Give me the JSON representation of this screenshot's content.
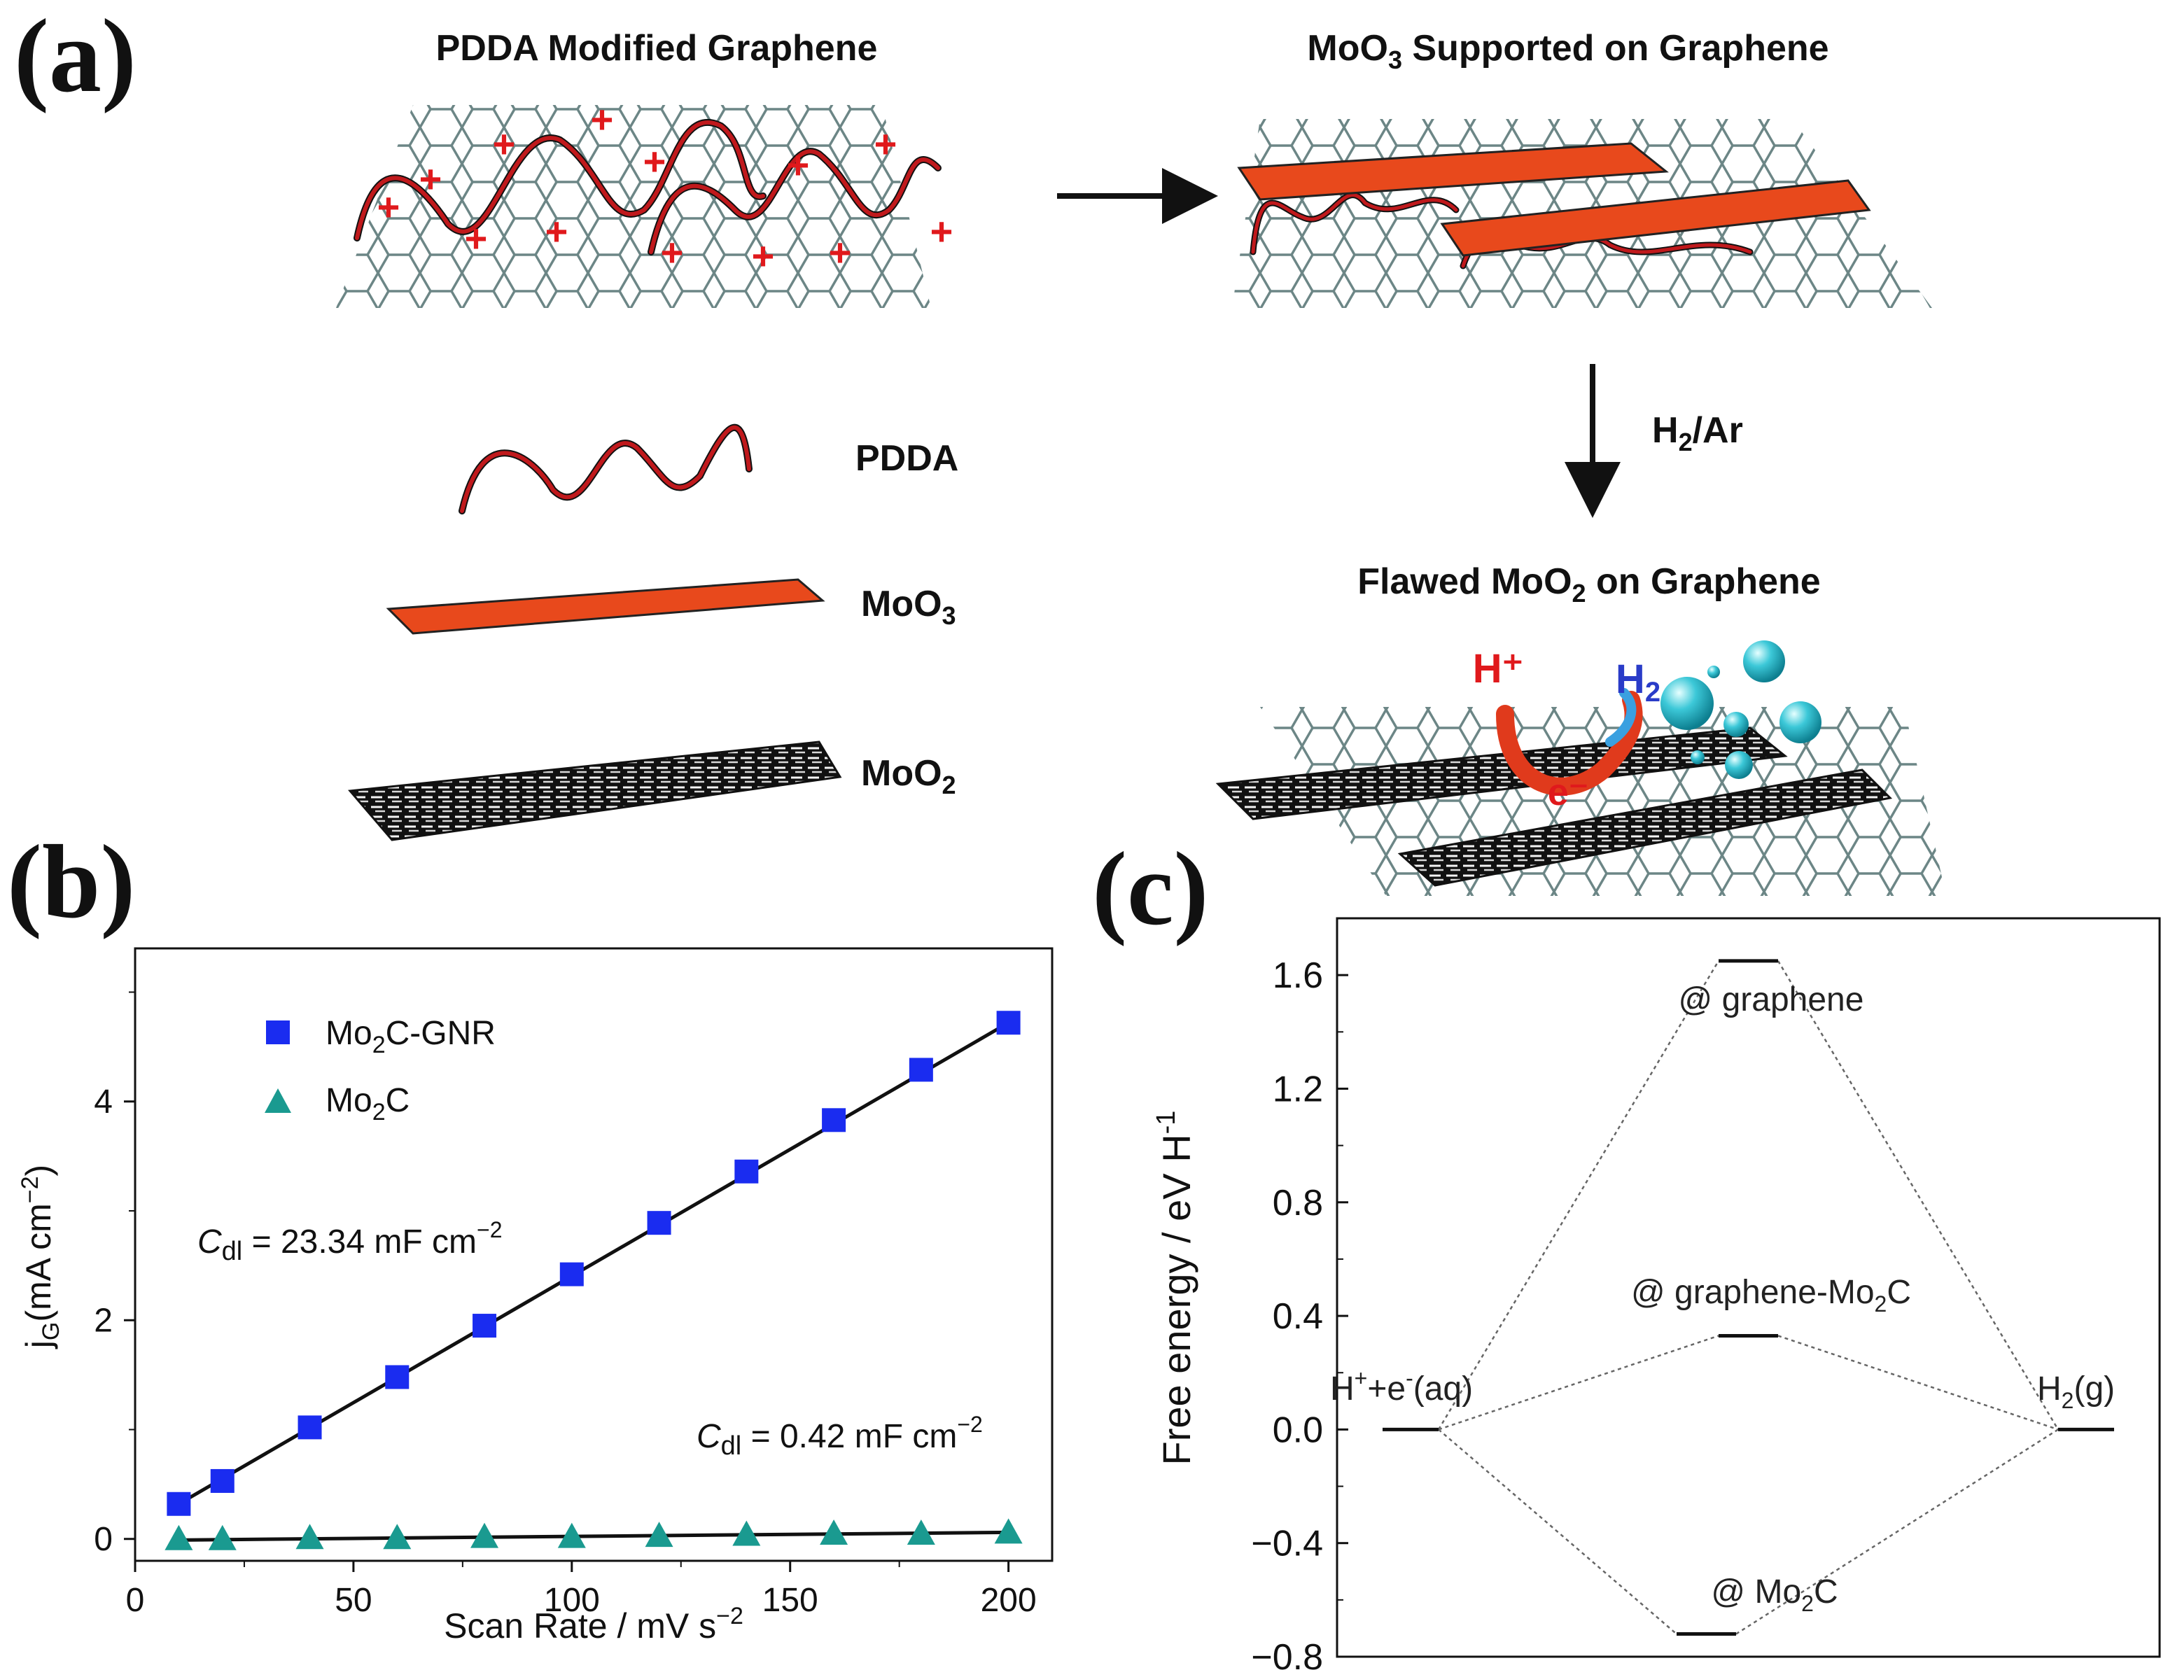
{
  "panel_a": {
    "label": "(a)",
    "title_left": "PDDA Modified Graphene",
    "title_right_prefix": "MoO",
    "title_right_sub": "3",
    "title_right_suffix": " Supported on Graphene",
    "arrow_label_prefix": "H",
    "arrow_label_sub": "2",
    "arrow_label_suffix": "/Ar",
    "title_bottom_prefix": "Flawed MoO",
    "title_bottom_sub": "2",
    "title_bottom_suffix": " on Graphene",
    "legend": {
      "pdda": "PDDA",
      "moo3_prefix": "MoO",
      "moo3_sub": "3",
      "moo2_prefix": "MoO",
      "moo2_sub": "2"
    },
    "reaction": {
      "proton": "H⁺",
      "hydrogen_prefix": "H",
      "hydrogen_sub": "2",
      "electron": "e⁻"
    },
    "colors": {
      "graphene": "#6c8686",
      "pdda": "#c0191c",
      "plus": "#e0191c",
      "moo3": "#e8491c",
      "bubble": "#3cc8d8",
      "proton": "#e0191c",
      "hydrogen": "#2a3cc8"
    }
  },
  "panel_b": {
    "label": "(b)",
    "chart_data": {
      "type": "scatter",
      "xlabel_prefix": "Scan Rate / mV s",
      "xlabel_sup": "−2",
      "ylabel_prefix": "j",
      "ylabel_sub": "G",
      "ylabel_suffix": "(mA cm",
      "ylabel_sup": "−2",
      "ylabel_close": ")",
      "xlim": [
        0,
        210
      ],
      "ylim": [
        -0.2,
        5.4
      ],
      "xticks": [
        0,
        50,
        100,
        150,
        200
      ],
      "yticks": [
        0,
        2,
        4
      ],
      "series": [
        {
          "name_prefix": "Mo",
          "name_sub": "2",
          "name_suffix": "C-GNR",
          "marker": "square",
          "color": "#1a2cf0",
          "x": [
            10,
            20,
            40,
            60,
            80,
            100,
            120,
            140,
            160,
            180,
            200
          ],
          "y": [
            0.32,
            0.53,
            1.02,
            1.48,
            1.95,
            2.42,
            2.89,
            3.36,
            3.83,
            4.29,
            4.72
          ],
          "fit": [
            0.32,
            4.72
          ],
          "annotation_prefix": "C",
          "annotation_sub": "dl",
          "annotation_value": " = 23.34 mF cm",
          "annotation_sup": "−2"
        },
        {
          "name_prefix": "Mo",
          "name_sub": "2",
          "name_suffix": "C",
          "marker": "triangle",
          "color": "#1a9a90",
          "x": [
            10,
            20,
            40,
            60,
            80,
            100,
            120,
            140,
            160,
            180,
            200
          ],
          "y": [
            0.0,
            0.0,
            0.01,
            0.01,
            0.02,
            0.02,
            0.03,
            0.04,
            0.05,
            0.05,
            0.06
          ],
          "fit": [
            -0.01,
            0.06
          ],
          "annotation_prefix": "C",
          "annotation_sub": "dl",
          "annotation_value": " = 0.42 mF cm",
          "annotation_sup": "−2"
        }
      ]
    }
  },
  "panel_c": {
    "label": "(c)",
    "chart_data": {
      "type": "line",
      "ylabel_prefix": "Free energy / eV H",
      "ylabel_sup": "-1",
      "ylim": [
        -0.8,
        1.8
      ],
      "yticks": [
        "1.6",
        "1.2",
        "0.8",
        "0.4",
        "0.0",
        "−0.4",
        "−0.8"
      ],
      "ytick_values": [
        1.6,
        1.2,
        0.8,
        0.4,
        0.0,
        -0.4,
        -0.8
      ],
      "states": [
        {
          "label_prefix": "H",
          "label_sup1": "+",
          "label_mid": "+e",
          "label_sup2": "-",
          "label_suffix": "(aq)",
          "energy": 0.0
        },
        {
          "label_prefix": "@ graphene",
          "energy": 1.65
        },
        {
          "label_prefix": "@ graphene-Mo",
          "label_sub": "2",
          "label_suffix": "C",
          "energy": 0.33
        },
        {
          "label_prefix": "@ Mo",
          "label_sub": "2",
          "label_suffix": "C",
          "energy": -0.72
        },
        {
          "label_prefix": "H",
          "label_sub": "2",
          "label_suffix": "(g)",
          "energy": 0.0
        }
      ]
    }
  }
}
